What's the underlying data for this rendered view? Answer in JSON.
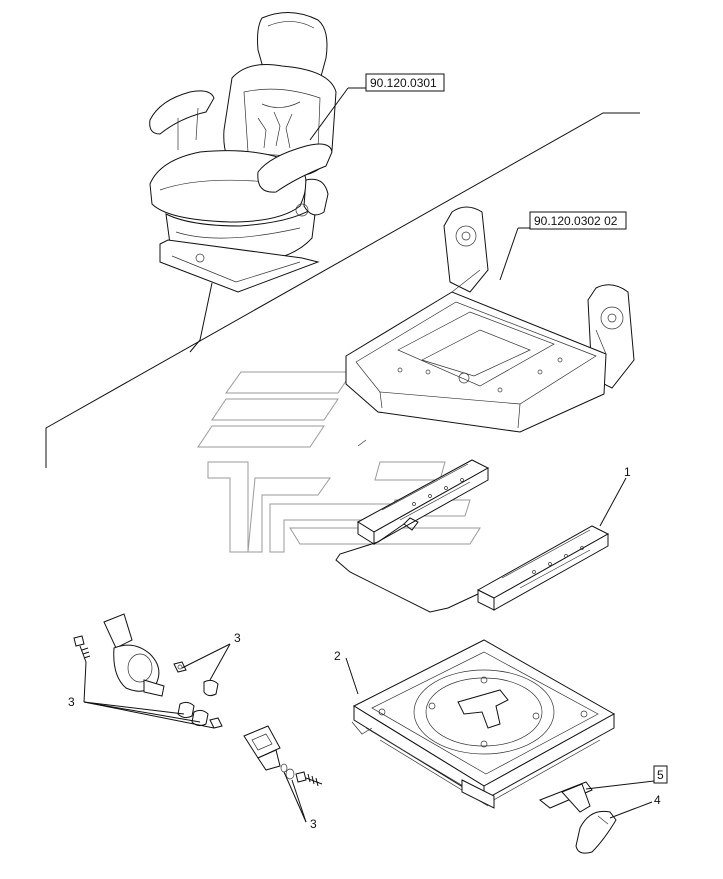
{
  "refs": {
    "seat_assembly": "90.120.0301",
    "seat_frame": "90.120.0302 02",
    "item5": "5"
  },
  "callouts": {
    "item1": "1",
    "item2": "2",
    "item3_top": "3",
    "item3_left": "3",
    "item3_bottom": "3",
    "item4": "4"
  }
}
